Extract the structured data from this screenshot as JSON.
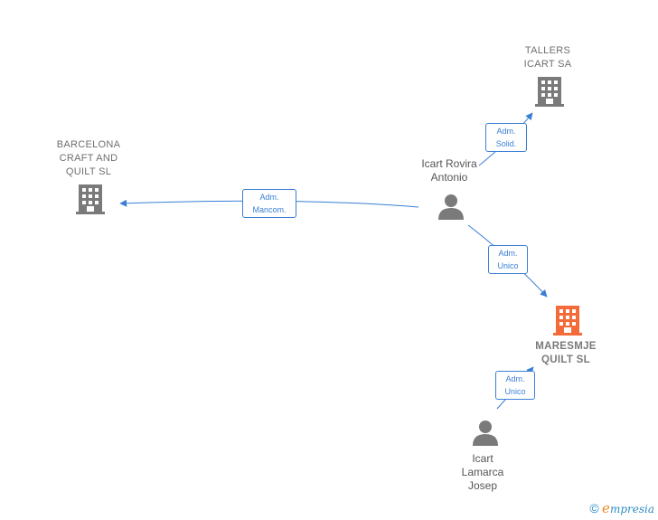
{
  "nodes": {
    "tallers": {
      "line1": "TALLERS",
      "line2": "ICART SA"
    },
    "barcelona": {
      "line1": "BARCELONA",
      "line2": "CRAFT AND",
      "line3": "QUILT  SL"
    },
    "maresmje": {
      "line1": "MARESMJE",
      "line2": "QUILT  SL"
    },
    "rovira": {
      "line1": "Icart Rovira",
      "line2": "Antonio"
    },
    "lamarca": {
      "line1": "Icart",
      "line2": "Lamarca",
      "line3": "Josep"
    }
  },
  "edges": {
    "solid": {
      "line1": "Adm.",
      "line2": "Solid."
    },
    "mancom": {
      "line1": "Adm.",
      "line2": "Mancom."
    },
    "unico1": {
      "line1": "Adm.",
      "line2": "Unico"
    },
    "unico2": {
      "line1": "Adm.",
      "line2": "Unico"
    }
  },
  "colors": {
    "company": "#7a7a7a",
    "focus_company": "#f26b38",
    "person": "#7a7a7a",
    "edge": "#3a7fd5"
  },
  "footer": {
    "copyright": "©",
    "brand_initial": "e",
    "brand_rest": "mpresia"
  }
}
